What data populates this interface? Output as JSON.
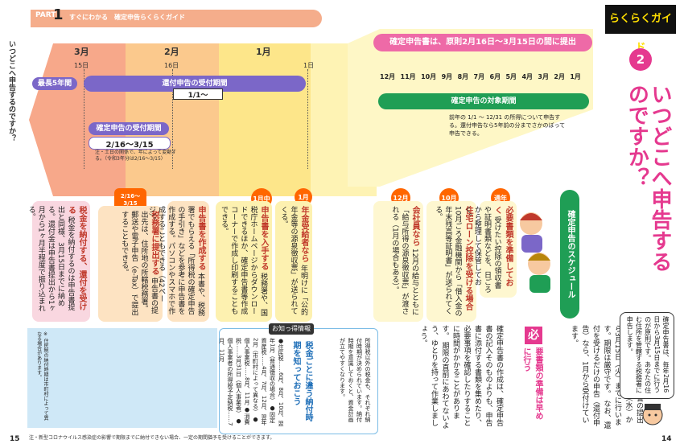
{
  "header": {
    "part_label": "PART",
    "part_number": "1",
    "subtitle": "すぐにわかる　確定申告らくらくガイド"
  },
  "guide": {
    "title": "らくらくガイド",
    "number": "2"
  },
  "main_title": "いつどこへ申告するのですか？",
  "side_title": "いつどこへ申告するのですか？",
  "banner": "確定申告書は、原則2月16日～3月15日の間に提出",
  "timeline": {
    "months_left": [
      "3月",
      "2月",
      "1月"
    ],
    "days_left": [
      "15日",
      "16日",
      "1日"
    ],
    "months_right": [
      "12月",
      "11月",
      "10月",
      "9月",
      "8月",
      "7月",
      "6月",
      "5月",
      "4月",
      "3月",
      "2月",
      "1月"
    ],
    "extension": "最長5年間",
    "refund_period": "還付申告の受付期間",
    "refund_start": "1/1～",
    "filing_period": "確定申告の受付期間",
    "filing_dates": "2/16～3/15",
    "note": "注・土日の関係で、年によって変動する。（令和3年分は2/16～3/15）",
    "target_period": "確定申告の対象期間",
    "target_desc": "前年の 1/1 ～ 12/31 の所得について申告する。還付申告なら5年前の分までさかのぼって申告できる。"
  },
  "schedule_label": "確定申告のスケジュール",
  "cards": [
    {
      "badge": "",
      "title": "税金を納付する、還付を受ける",
      "text": "税金を納付するのは申告書提出と同様、3月15日までに納める。還付金は申告書提出から1ヶ月から1ヶ月半程度で振り込まれる。"
    },
    {
      "badge": "2/16～3/15",
      "title": "税務署に提出する",
      "text": "申告書の提出先は、住所地の所轄税務署。郵送や電子申告（e-Tax）で提出することもできる。"
    },
    {
      "badge": "",
      "title": "申告書を作成する",
      "text": "本書や、税務署でもらえる「所得税の確定申告の手引き」などを参考に申告書を作成する。パソコンやスマホで作成することもできる（42ページ）。"
    },
    {
      "badge": "1月中",
      "title": "申告書を入手する",
      "text": "税務署や、国税庁ホームページからダウンロードできるほか、確定申告書等作成コーナーで作成し印刷することもできる。"
    },
    {
      "badge": "1月",
      "title": "年金受給者なら",
      "text": "年明けに「公的年金等の源泉徴収票」が送られてくる。"
    },
    {
      "badge": "12月",
      "title": "会社員なら",
      "text": "12月の給与とともに「給与所得の源泉徴収票」が渡される（1月の場合もある）。"
    },
    {
      "badge": "10月",
      "title": "住宅ローン控除を受ける場合",
      "text": "10月ごろ金融機関から「借入金の年末残高等証明書」が送られてくる。"
    },
    {
      "badge": "通年",
      "title": "必要書類を準備しておく",
      "text": "受けたい控除の領収書や証明書類などを、日ごろから整理して保管しておく。"
    }
  ],
  "body": {
    "lead": "令和3年分の確定申告書の提出は、令和4年2月16日（水）から3月15日（火）までに行います。期限は厳守です。",
    "lead2": "なお、還付を受けるだけの申告（還付申告）なら、1月から受付けています。",
    "mark": "必",
    "mark_title": "要書類の準備は早めに行う",
    "p1": "確定申告書の作成は、確定申告書の記入そのものよりも、申告書に添付する書類を集めたり、必要事項を確認したりすることに時間がかかることがあります。",
    "p2": "期限の直前にあわてないよう、ゆとりを持って作業しましょう。"
  },
  "callout": {
    "text": "確定申告書は、毎年2月16日から3月15日までに行うのが原則です。あなたの住む住所を管轄する税務署に申告します。"
  },
  "info_box": {
    "label": "お知っ得情報",
    "title": "税金ごとに違う納付時期を知っておこう",
    "text": "所得税以外の税金も、それぞれ納付時期が決められています。納付時期を意識しておくと、資金計画が立てやすくなります。",
    "items": [
      "●住民税……6月、8月、10月、翌年1月（普通徴収の場合）",
      "●固定資産税……4月、7月、12月、翌年2月（市町村によって異なる）",
      "●個人事業税……8月、11月",
      "●消費税……3月31日（個人事業者）",
      "●個人事業者の所得税予定納税……7月、11月"
    ]
  },
  "footnote_left": "※ 住民税の納付時期は市町村によって異なる場合があります。",
  "footnote_bottom": "注・新型コロナウイルス感染症の影響で期限までに納付できない場合、一定の期間猶予を受けることができます。",
  "page_left": "15",
  "page_right": "14",
  "colors": {
    "accent": "#ff6600",
    "purple": "#7b67c8",
    "green": "#1f9e55",
    "pink": "#e5398f"
  }
}
